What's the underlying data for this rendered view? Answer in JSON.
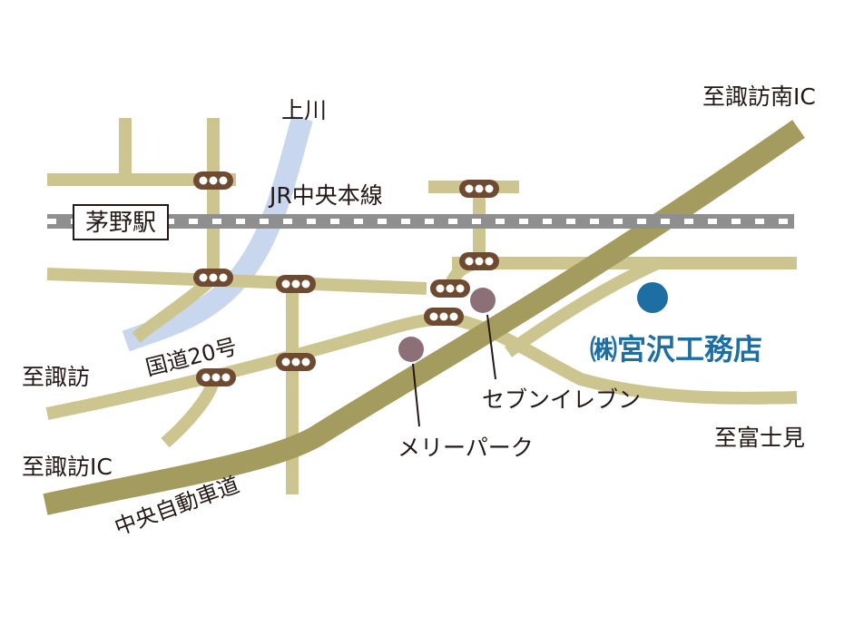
{
  "map": {
    "station": {
      "label": "茅野駅"
    },
    "railway": {
      "label": "JR中央本線"
    },
    "river": {
      "label": "上川"
    },
    "national_road": {
      "label": "国道20号"
    },
    "expressway": {
      "label": "中央自動車道"
    },
    "destinations": {
      "suwa_minami_ic": "至諏訪南IC",
      "suwa": "至諏訪",
      "suwa_ic": "至諏訪IC",
      "fujimi": "至富士見"
    },
    "landmarks": {
      "seven_eleven": "セブンイレブン",
      "merry_park": "メリーパーク"
    },
    "company": {
      "mark": "㈱",
      "name": "宮沢工務店"
    },
    "colors": {
      "road": "#cdc590",
      "expressway": "#a39c5e",
      "river": "#c8d6ee",
      "railway": "#8f8f8f",
      "traffic_light": "#6e4a30",
      "landmark_dot": "#8d6f78",
      "company": "#1d6ea3"
    }
  }
}
